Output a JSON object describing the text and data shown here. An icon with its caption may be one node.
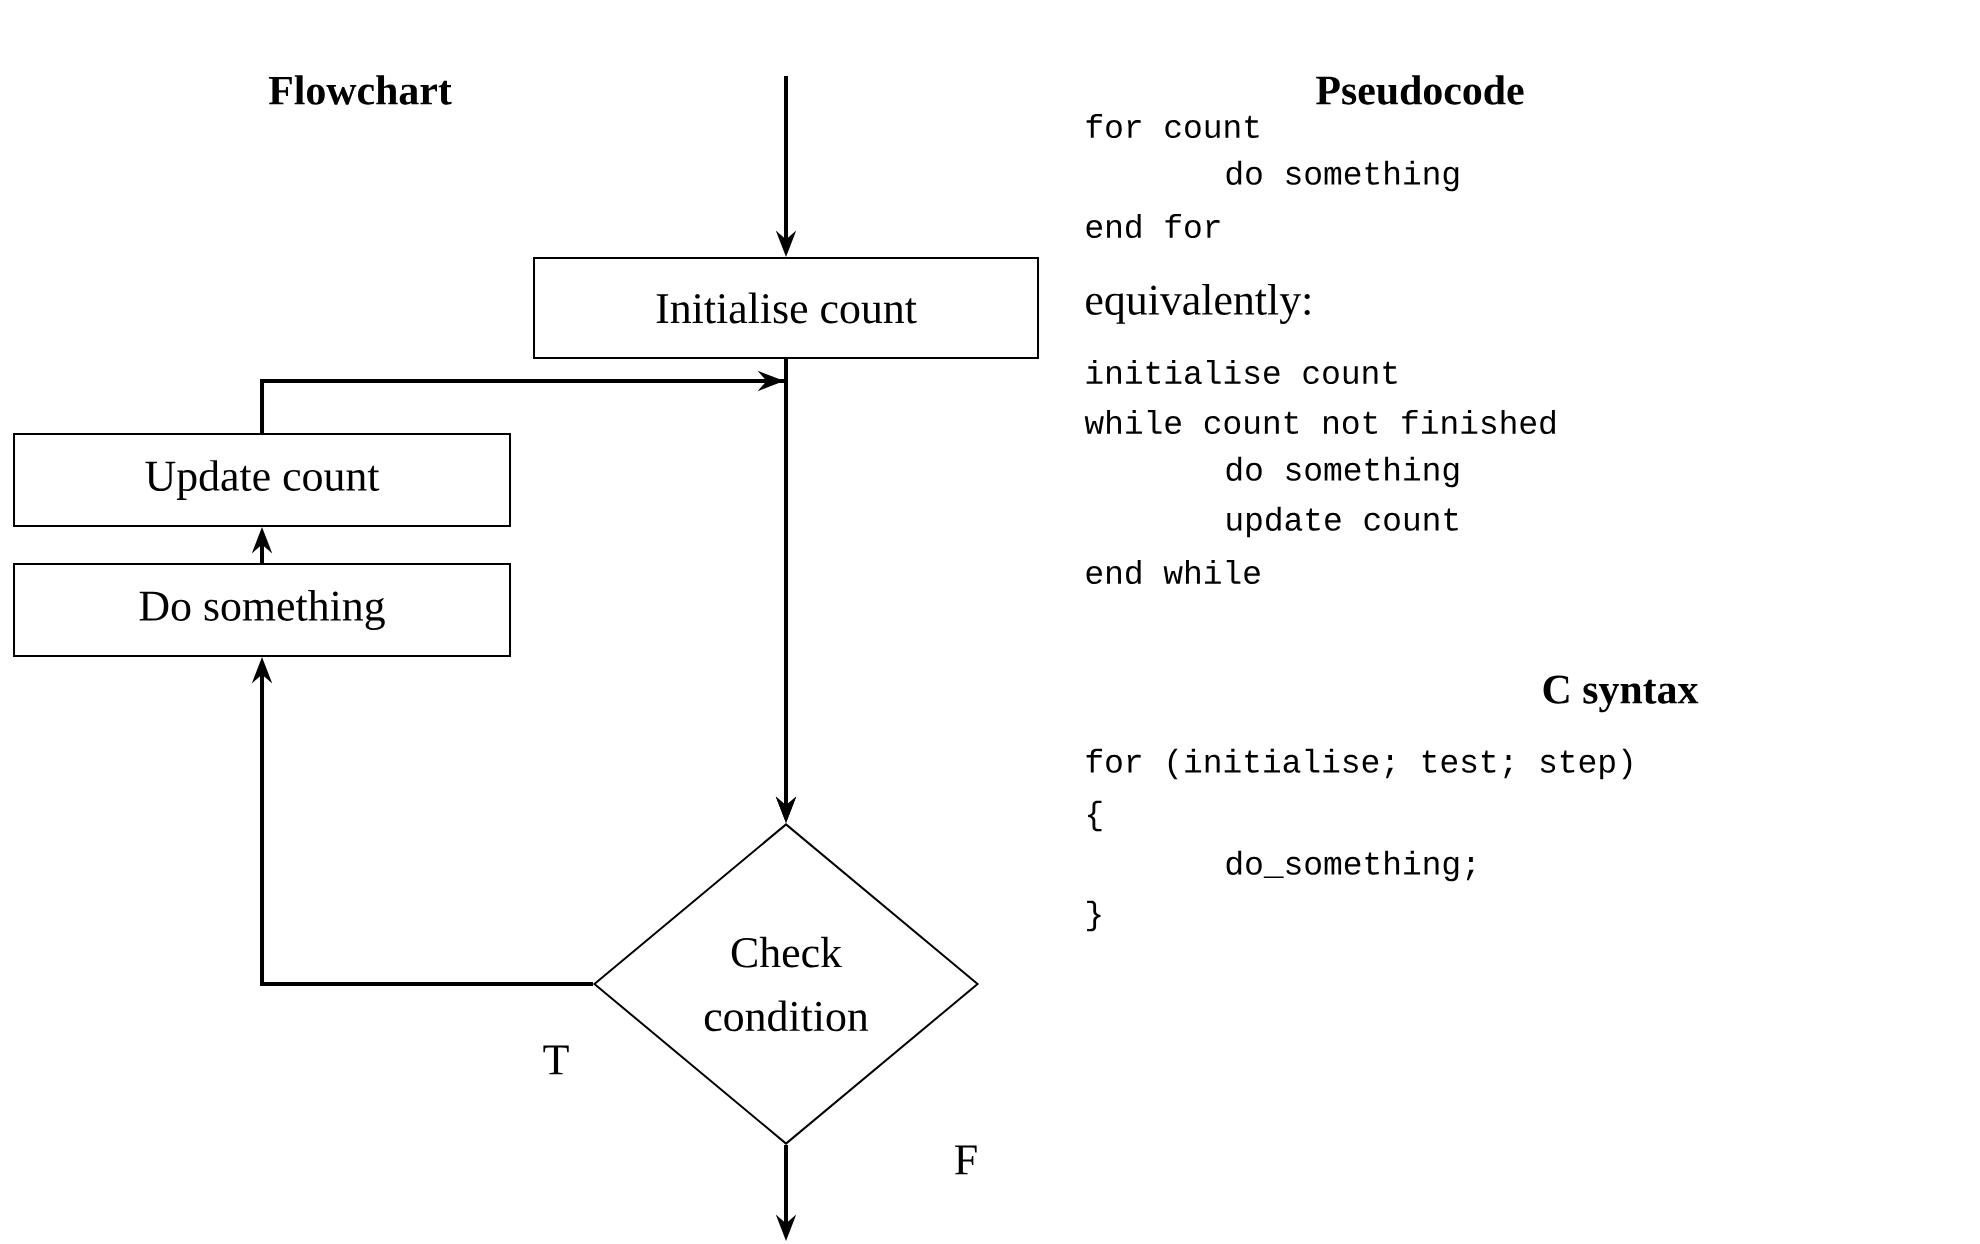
{
  "diagram": {
    "nodes": [
      {
        "text": [
          "Initialise count"
        ]
      },
      {
        "text": [
          "Update count"
        ]
      },
      {
        "text": [
          "Do something"
        ]
      },
      {
        "text": [
          "Check condition"
        ]
      }
    ],
    "edges": [
      {
        "from": null,
        "to": 0,
        "arrow": "to"
      },
      {
        "from": 0,
        "to": 3,
        "arrow": "to"
      },
      {
        "from": 1,
        "to": 3,
        "arrow": "to"
      },
      {
        "from": 3,
        "to": 2,
        "arrow": "to",
        "label": "T"
      },
      {
        "from": 2,
        "to": 1,
        "arrow": "to"
      },
      {
        "from": 3,
        "to": null,
        "arrow": "to",
        "label": "F"
      }
    ],
    "labels": [
      "Flowchart",
      "Pseudocode",
      "for count",
      "do something",
      "end for",
      "equivalently:",
      "initialise count",
      "while count not finished",
      "do something",
      "update count",
      "end while",
      "C syntax",
      "for (initialise; test; step)",
      "{",
      "do_something;",
      "}"
    ]
  }
}
